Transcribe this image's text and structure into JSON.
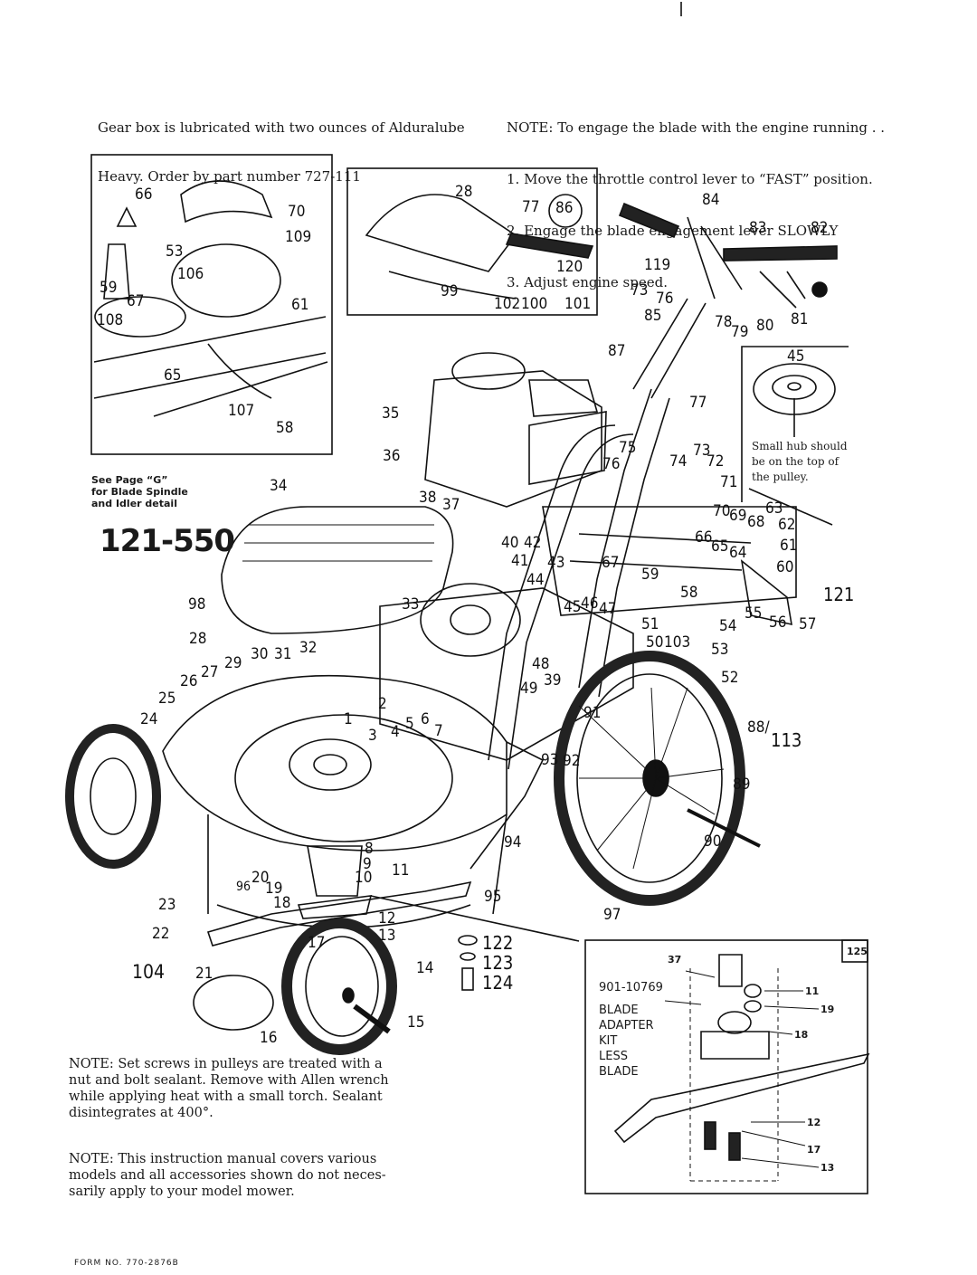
{
  "notes": {
    "gearbox": [
      "Gear box is lubricated with two ounces of Alduralube",
      "Heavy. Order by part number 727-111"
    ],
    "engage": [
      "NOTE: To engage the blade with the engine running . .",
      "1. Move the throttle control lever to “FAST” position.",
      "2. Engage the blade engagement lever SLOWLY",
      "3. Adjust engine speed."
    ],
    "set_screws": [
      "NOTE: Set screws in pulleys are treated with a",
      "nut and bolt sealant. Remove with Allen wrench",
      "while applying heat with a small torch. Sealant",
      "disintegrates at 400°."
    ],
    "manual": [
      "NOTE: This instruction manual covers various",
      "models and all accessories shown do not neces-",
      "sarily apply to your model mower."
    ],
    "see_page": [
      "See Page “G”",
      "for Blade Spindle",
      "and Idler detail"
    ],
    "hub": [
      "Small hub should",
      "be on the top of",
      "the pulley."
    ]
  },
  "model_number": "121-550",
  "form_number": "FORM NO. 770-2876B",
  "kit": {
    "part_number": "901-10769",
    "lines": [
      "BLADE",
      "ADAPTER",
      "KIT",
      "LESS",
      "BLADE"
    ],
    "box_number": "125"
  },
  "callouts": [
    {
      "id": "c66",
      "text": "66"
    },
    {
      "id": "c70",
      "text": "70"
    },
    {
      "id": "c109",
      "text": "109"
    },
    {
      "id": "c53a",
      "text": "53"
    },
    {
      "id": "c59a",
      "text": "59"
    },
    {
      "id": "c106",
      "text": "106"
    },
    {
      "id": "c67a",
      "text": "67"
    },
    {
      "id": "c61a",
      "text": "61"
    },
    {
      "id": "c108",
      "text": "108"
    },
    {
      "id": "c65a",
      "text": "65"
    },
    {
      "id": "c107",
      "text": "107"
    },
    {
      "id": "c58a",
      "text": "58"
    },
    {
      "id": "c28a",
      "text": "28"
    },
    {
      "id": "c77a",
      "text": "77"
    },
    {
      "id": "c86",
      "text": "86"
    },
    {
      "id": "c120",
      "text": "120"
    },
    {
      "id": "c99",
      "text": "99"
    },
    {
      "id": "c102",
      "text": "102"
    },
    {
      "id": "c100",
      "text": "100"
    },
    {
      "id": "c101",
      "text": "101"
    },
    {
      "id": "c84",
      "text": "84"
    },
    {
      "id": "c83",
      "text": "83"
    },
    {
      "id": "c82",
      "text": "82"
    },
    {
      "id": "c119",
      "text": "119"
    },
    {
      "id": "c73a",
      "text": "73"
    },
    {
      "id": "c76a",
      "text": "76"
    },
    {
      "id": "c85",
      "text": "85"
    },
    {
      "id": "c78",
      "text": "78"
    },
    {
      "id": "c79",
      "text": "79"
    },
    {
      "id": "c80",
      "text": "80"
    },
    {
      "id": "c81",
      "text": "81"
    },
    {
      "id": "c87",
      "text": "87"
    },
    {
      "id": "c45a",
      "text": "45"
    },
    {
      "id": "c77b",
      "text": "77"
    },
    {
      "id": "c35",
      "text": "35"
    },
    {
      "id": "c36",
      "text": "36"
    },
    {
      "id": "c75",
      "text": "75"
    },
    {
      "id": "c76b",
      "text": "76"
    },
    {
      "id": "c74",
      "text": "74"
    },
    {
      "id": "c73b",
      "text": "73"
    },
    {
      "id": "c72",
      "text": "72"
    },
    {
      "id": "c71",
      "text": "71"
    },
    {
      "id": "c34",
      "text": "34"
    },
    {
      "id": "c38",
      "text": "38"
    },
    {
      "id": "c37a",
      "text": "37"
    },
    {
      "id": "c70b",
      "text": "70"
    },
    {
      "id": "c69",
      "text": "69"
    },
    {
      "id": "c68",
      "text": "68"
    },
    {
      "id": "c63",
      "text": "63"
    },
    {
      "id": "c62",
      "text": "62"
    },
    {
      "id": "c66b",
      "text": "66"
    },
    {
      "id": "c65b",
      "text": "65"
    },
    {
      "id": "c64",
      "text": "64"
    },
    {
      "id": "c61b",
      "text": "61"
    },
    {
      "id": "c40",
      "text": "40"
    },
    {
      "id": "c42",
      "text": "42"
    },
    {
      "id": "c41",
      "text": "41"
    },
    {
      "id": "c43",
      "text": "43"
    },
    {
      "id": "c67b",
      "text": "67"
    },
    {
      "id": "c60",
      "text": "60"
    },
    {
      "id": "c59b",
      "text": "59"
    },
    {
      "id": "c121",
      "text": "121"
    },
    {
      "id": "c44",
      "text": "44"
    },
    {
      "id": "c58b",
      "text": "58"
    },
    {
      "id": "c98",
      "text": "98"
    },
    {
      "id": "c33",
      "text": "33"
    },
    {
      "id": "c45b",
      "text": "45"
    },
    {
      "id": "c46",
      "text": "46"
    },
    {
      "id": "c47",
      "text": "47"
    },
    {
      "id": "c55",
      "text": "55"
    },
    {
      "id": "c56",
      "text": "56"
    },
    {
      "id": "c57",
      "text": "57"
    },
    {
      "id": "c28b",
      "text": "28"
    },
    {
      "id": "c51",
      "text": "51"
    },
    {
      "id": "c54",
      "text": "54"
    },
    {
      "id": "c50",
      "text": "50"
    },
    {
      "id": "c103",
      "text": "103"
    },
    {
      "id": "c53b",
      "text": "53"
    },
    {
      "id": "c30",
      "text": "30"
    },
    {
      "id": "c31",
      "text": "31"
    },
    {
      "id": "c32",
      "text": "32"
    },
    {
      "id": "c29",
      "text": "29"
    },
    {
      "id": "c27",
      "text": "27"
    },
    {
      "id": "c26",
      "text": "26"
    },
    {
      "id": "c48",
      "text": "48"
    },
    {
      "id": "c52",
      "text": "52"
    },
    {
      "id": "c39",
      "text": "39"
    },
    {
      "id": "c25",
      "text": "25"
    },
    {
      "id": "c49",
      "text": "49"
    },
    {
      "id": "c2",
      "text": "2"
    },
    {
      "id": "c24",
      "text": "24"
    },
    {
      "id": "c1",
      "text": "1"
    },
    {
      "id": "c3",
      "text": "3"
    },
    {
      "id": "c4",
      "text": "4"
    },
    {
      "id": "c5",
      "text": "5"
    },
    {
      "id": "c6",
      "text": "6"
    },
    {
      "id": "c7",
      "text": "7"
    },
    {
      "id": "c91",
      "text": "91"
    },
    {
      "id": "c88",
      "text": "88/"
    },
    {
      "id": "c113",
      "text": "113"
    },
    {
      "id": "c93",
      "text": "93"
    },
    {
      "id": "c92",
      "text": "92"
    },
    {
      "id": "c89",
      "text": "89"
    },
    {
      "id": "c94",
      "text": "94"
    },
    {
      "id": "c90",
      "text": "90"
    },
    {
      "id": "c8",
      "text": "8"
    },
    {
      "id": "c9",
      "text": "9"
    },
    {
      "id": "c11a",
      "text": "11"
    },
    {
      "id": "c20",
      "text": "20"
    },
    {
      "id": "c96",
      "text": "96"
    },
    {
      "id": "c10",
      "text": "10"
    },
    {
      "id": "c19a",
      "text": "19"
    },
    {
      "id": "c23",
      "text": "23"
    },
    {
      "id": "c18a",
      "text": "18"
    },
    {
      "id": "c95",
      "text": "95"
    },
    {
      "id": "c12a",
      "text": "12"
    },
    {
      "id": "c22",
      "text": "22"
    },
    {
      "id": "c13a",
      "text": "13"
    },
    {
      "id": "c17a",
      "text": "17"
    },
    {
      "id": "c97",
      "text": "97"
    },
    {
      "id": "c122",
      "text": "122"
    },
    {
      "id": "c123",
      "text": "123"
    },
    {
      "id": "c104",
      "text": "104"
    },
    {
      "id": "c21",
      "text": "21"
    },
    {
      "id": "c14",
      "text": "14"
    },
    {
      "id": "c124",
      "text": "124"
    },
    {
      "id": "c15",
      "text": "15"
    },
    {
      "id": "c16",
      "text": "16"
    },
    {
      "id": "c37b",
      "text": "37"
    },
    {
      "id": "c11b",
      "text": "11"
    },
    {
      "id": "c19b",
      "text": "19"
    },
    {
      "id": "c18b",
      "text": "18"
    },
    {
      "id": "c12b",
      "text": "12"
    },
    {
      "id": "c17b",
      "text": "17"
    },
    {
      "id": "c13b",
      "text": "13"
    }
  ]
}
